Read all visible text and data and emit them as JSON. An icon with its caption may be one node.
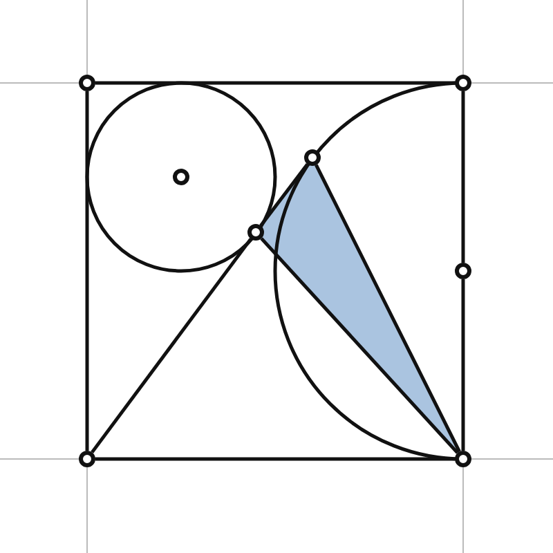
{
  "diagram": {
    "nodes": [
      {
        "text": [],
        "shape": "circle"
      },
      {
        "text": [],
        "shape": "circle"
      },
      {
        "text": [],
        "shape": "circle"
      },
      {
        "text": [],
        "shape": "circle"
      },
      {
        "text": [],
        "shape": "circle"
      },
      {
        "text": [],
        "shape": "circle"
      },
      {
        "text": [],
        "shape": "circle"
      },
      {
        "text": [],
        "shape": "circle"
      }
    ],
    "edges": [
      {
        "from": 0,
        "to": 1,
        "arrow": "none"
      },
      {
        "from": 1,
        "to": 5,
        "arrow": "none"
      },
      {
        "from": 5,
        "to": 7,
        "arrow": "none"
      },
      {
        "from": 0,
        "to": 6,
        "arrow": "none"
      },
      {
        "from": 6,
        "to": 7,
        "arrow": "none"
      },
      {
        "from": 6,
        "to": 4,
        "arrow": "none"
      },
      {
        "from": 4,
        "to": 2,
        "arrow": "none"
      },
      {
        "from": 2,
        "to": 7,
        "arrow": "none"
      },
      {
        "from": 4,
        "to": 7,
        "arrow": "none"
      }
    ]
  }
}
